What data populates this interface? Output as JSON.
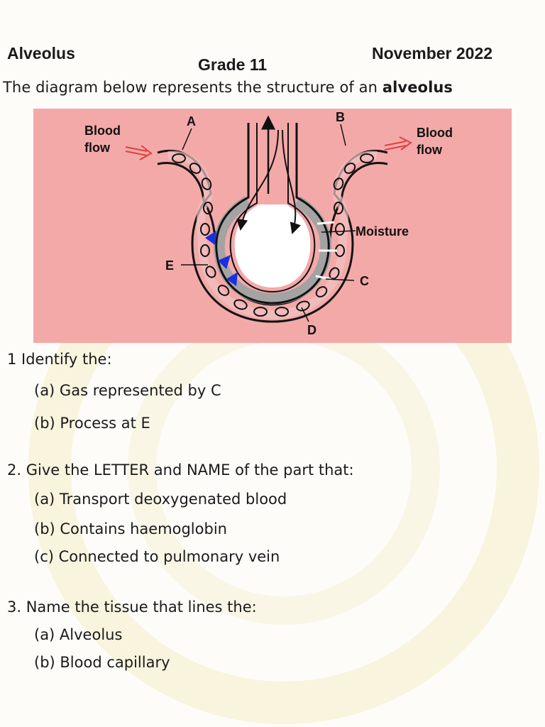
{
  "header": {
    "subject": "Alveolus",
    "grade": "Grade 11",
    "date": "November 2022"
  },
  "intro": {
    "text": "The diagram below represents the structure of an ",
    "bold": "alveolus"
  },
  "diagram": {
    "background": "#f4a9a9",
    "labels": {
      "blood_in_1": "Blood",
      "blood_in_2": "flow",
      "blood_out_1": "Blood",
      "blood_out_2": "flow",
      "a": "A",
      "b": "B",
      "c": "C",
      "d": "D",
      "e": "E",
      "moisture": "Moisture"
    }
  },
  "questions": {
    "q1": {
      "title": "1 Identify the:",
      "a": "(a)  Gas represented by C",
      "b": "(b)  Process at E"
    },
    "q2": {
      "title": "2.  Give the LETTER and NAME of the part that:",
      "a": "(a) Transport deoxygenated blood",
      "b": "(b)  Contains haemoglobin",
      "c": "(c)  Connected to pulmonary vein"
    },
    "q3": {
      "title": "3.  Name the tissue that lines the:",
      "a": "(a)  Alveolus",
      "b": "(b)  Blood capillary"
    }
  }
}
